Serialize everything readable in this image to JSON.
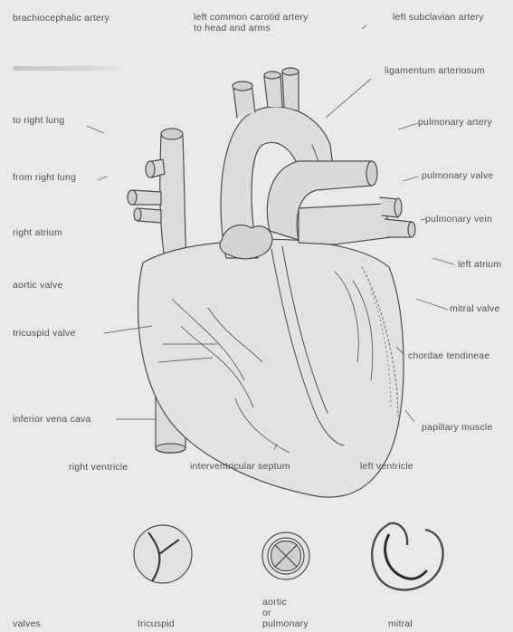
{
  "labels": {
    "brachiocephalic_artery": "brachiocephalic artery",
    "left_common_carotid_line1": "left common carotid artery",
    "left_common_carotid_line2": "to head and arms",
    "left_subclavian_artery": "left subclavian artery",
    "faded_label": "",
    "ligamentum_arteriosum": "ligamentum arteriosum",
    "to_right_lung": "to right lung",
    "pulmonary_artery": "pulmonary artery",
    "from_right_lung": "from right lung",
    "pulmonary_valve": "pulmonary valve",
    "pulmonary_vein": "pulmonary vein",
    "right_atrium": "right atrium",
    "left_atrium": "left atrium",
    "aortic_valve": "aortic valve",
    "mitral_valve": "mitral valve",
    "tricuspid_valve": "tricuspid valve",
    "chordae_tendineae": "chordae tendineae",
    "inferior_vena_cava": "inferior vena cava",
    "papillary_muscle": "papillary muscle",
    "right_ventricle": "right ventricle",
    "interventricular_septum": "interventricular septum",
    "left_ventricle": "left ventricle"
  },
  "valves": {
    "heading": "valves",
    "tricuspid": "tricuspid",
    "aortic_line1": "aortic",
    "aortic_line2": "or",
    "aortic_line3": "pulmonary",
    "mitral": "mitral"
  }
}
